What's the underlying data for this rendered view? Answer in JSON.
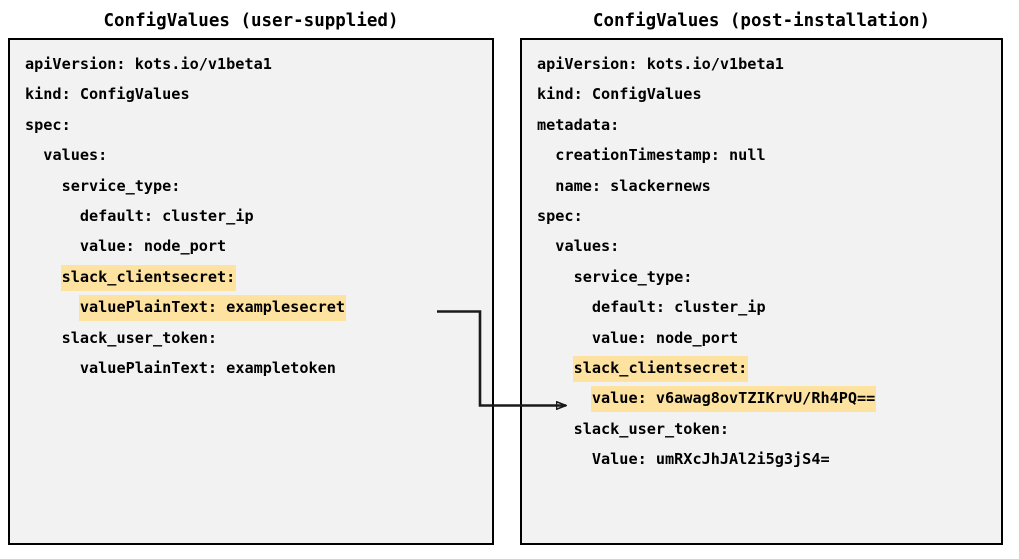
{
  "panels": {
    "left": {
      "title": "ConfigValues (user-supplied)",
      "lines": [
        {
          "text": "apiVersion: kots.io/v1beta1",
          "indent": 0,
          "highlight": false
        },
        {
          "text": "kind: ConfigValues",
          "indent": 0,
          "highlight": false
        },
        {
          "text": "spec:",
          "indent": 0,
          "highlight": false
        },
        {
          "text": "values:",
          "indent": 1,
          "highlight": false
        },
        {
          "text": "service_type:",
          "indent": 2,
          "highlight": false
        },
        {
          "text": "default: cluster_ip",
          "indent": 3,
          "highlight": false
        },
        {
          "text": "value: node_port",
          "indent": 3,
          "highlight": false
        },
        {
          "text": "slack_clientsecret:",
          "indent": 2,
          "highlight": true
        },
        {
          "text": "valuePlainText: examplesecret",
          "indent": 3,
          "highlight": true
        },
        {
          "text": "slack_user_token:",
          "indent": 2,
          "highlight": false
        },
        {
          "text": "valuePlainText: exampletoken",
          "indent": 3,
          "highlight": false
        }
      ]
    },
    "right": {
      "title": "ConfigValues (post-installation)",
      "lines": [
        {
          "text": "apiVersion: kots.io/v1beta1",
          "indent": 0,
          "highlight": false
        },
        {
          "text": "kind: ConfigValues",
          "indent": 0,
          "highlight": false
        },
        {
          "text": "metadata:",
          "indent": 0,
          "highlight": false
        },
        {
          "text": "creationTimestamp: null",
          "indent": 1,
          "highlight": false
        },
        {
          "text": "name: slackernews",
          "indent": 1,
          "highlight": false
        },
        {
          "text": "spec:",
          "indent": 0,
          "highlight": false
        },
        {
          "text": "values:",
          "indent": 1,
          "highlight": false
        },
        {
          "text": "service_type:",
          "indent": 2,
          "highlight": false
        },
        {
          "text": "default: cluster_ip",
          "indent": 3,
          "highlight": false
        },
        {
          "text": "value: node_port",
          "indent": 3,
          "highlight": false
        },
        {
          "text": "slack_clientsecret:",
          "indent": 2,
          "highlight": true
        },
        {
          "text": "value: v6awag8ovTZIKrvU/Rh4PQ==",
          "indent": 3,
          "highlight": true
        },
        {
          "text": "slack_user_token:",
          "indent": 2,
          "highlight": false
        },
        {
          "text": "Value: umRXcJhJAl2i5g3jS4=",
          "indent": 3,
          "highlight": false
        }
      ]
    }
  },
  "connector": {
    "label": "encryption-mapping-arrow",
    "from": "valuePlainText: examplesecret",
    "to": "value: v6awag8ovTZIKrvU/Rh4PQ==",
    "color": "#1a1a1a"
  },
  "colors": {
    "highlight": "#fde2a0",
    "box_fill": "#f2f2f2",
    "box_border": "#000000",
    "text": "#000000",
    "page_background": "#ffffff"
  }
}
